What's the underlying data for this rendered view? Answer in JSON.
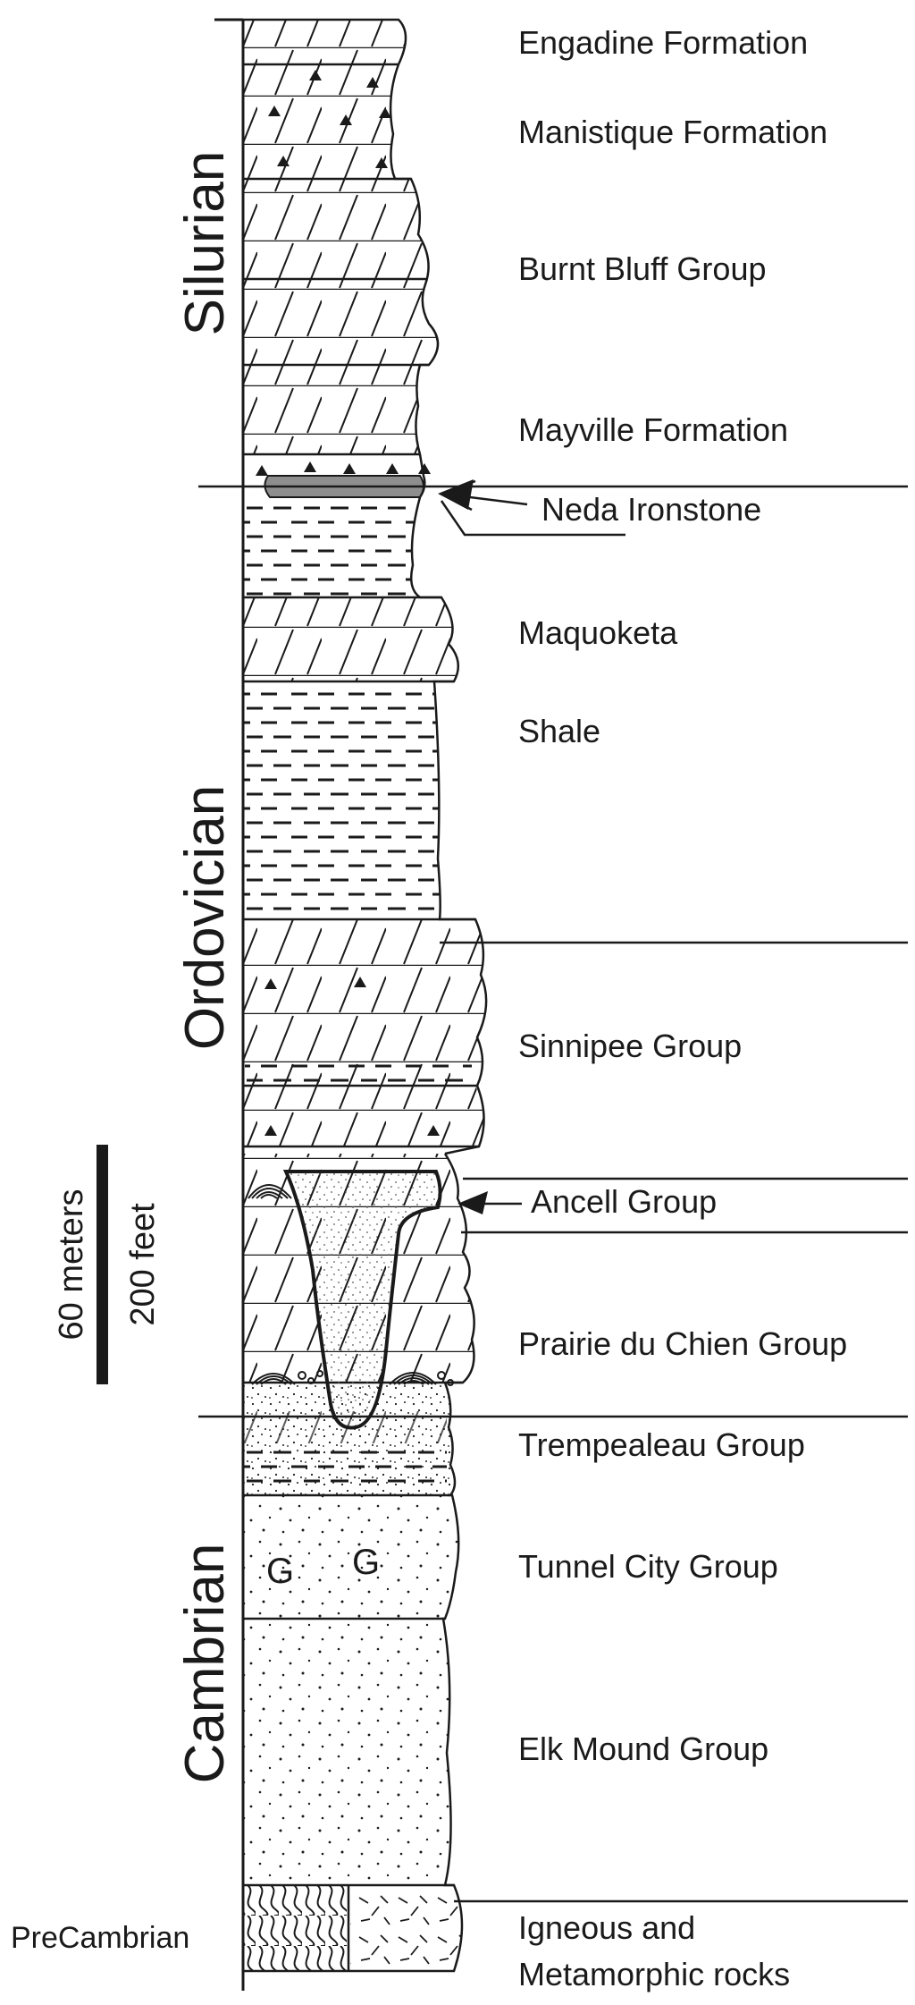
{
  "periods": [
    {
      "key": "silurian",
      "label": "Silurian"
    },
    {
      "key": "ordovician",
      "label": "Ordovician"
    },
    {
      "key": "cambrian",
      "label": "Cambrian"
    },
    {
      "key": "precambrian",
      "label": "PreCambrian"
    }
  ],
  "units": [
    {
      "key": "engadine",
      "label": "Engadine Formation"
    },
    {
      "key": "manistique",
      "label": "Manistique Formation"
    },
    {
      "key": "burnt_bluff",
      "label": "Burnt Bluff Group"
    },
    {
      "key": "mayville",
      "label": "Mayville Formation"
    },
    {
      "key": "neda",
      "label": "Neda Ironstone"
    },
    {
      "key": "maquoketa",
      "label": "Maquoketa"
    },
    {
      "key": "shale",
      "label": "Shale"
    },
    {
      "key": "sinnipee",
      "label": "Sinnipee Group"
    },
    {
      "key": "ancell",
      "label": "Ancell Group"
    },
    {
      "key": "prairie",
      "label": "Prairie du Chien Group"
    },
    {
      "key": "trempealeau",
      "label": "Trempealeau Group"
    },
    {
      "key": "tunnel_city",
      "label": "Tunnel City Group"
    },
    {
      "key": "elk_mound",
      "label": "Elk Mound Group"
    },
    {
      "key": "igneous_1",
      "label": "Igneous and"
    },
    {
      "key": "igneous_2",
      "label": "Metamorphic rocks"
    }
  ],
  "scale_bar": {
    "metric": "60 meters",
    "imperial": "200 feet"
  },
  "glauconite_marker": "G",
  "lithology": {
    "dolomite": "Engadine Formation",
    "cherty_dolomite": "Manistique Formation",
    "ironstone": "Neda Ironstone",
    "shale": "Shale",
    "sandstone": "Ancell Group",
    "igneous_metamorphic": "Igneous and Metamorphic rocks"
  },
  "colors": {
    "ink": "#1a1a1a",
    "ironstone": "#8e8e8e",
    "background": "#ffffff"
  }
}
